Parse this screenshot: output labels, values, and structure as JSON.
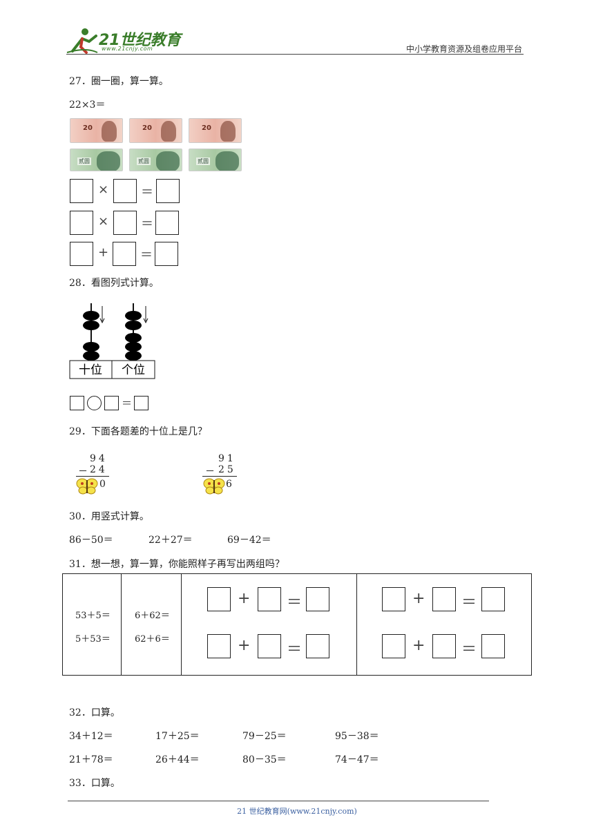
{
  "header": {
    "logo_text": "21世纪教育",
    "logo_url": "www.21cnjy.com",
    "platform": "中小学教育资源及组卷应用平台"
  },
  "q27": {
    "title": "27．圈一圈，算一算。",
    "expr": "22×3＝",
    "red_note_value": "20",
    "green_note_label": "贰圆",
    "rows": [
      {
        "op": "×",
        "eq": "＝"
      },
      {
        "op": "×",
        "eq": "＝"
      },
      {
        "op": "+",
        "eq": "＝"
      }
    ]
  },
  "q28": {
    "title": "28．看图列式计算。",
    "tens_label": "十位",
    "ones_label": "个位",
    "tens_beads": 4,
    "ones_beads": 5,
    "eq": "＝"
  },
  "q29": {
    "title": "29．下面各题差的十位上是几？",
    "problems": [
      {
        "top": "94",
        "bottom": "24",
        "sign": "－",
        "ones_result": "0"
      },
      {
        "top": "91",
        "bottom": "25",
        "sign": "－",
        "ones_result": "6"
      }
    ]
  },
  "q30": {
    "title": "30．用竖式计算。",
    "items": [
      "86－50＝",
      "22＋27＝",
      "69－42＝"
    ]
  },
  "q31": {
    "title": "31．想一想，算一算，你能照样子再写出两组吗？",
    "example1": [
      "53＋5＝",
      "5＋53＝"
    ],
    "example2": [
      "6＋62＝",
      "62＋6＝"
    ],
    "plus": "+",
    "eq": "＝"
  },
  "q32": {
    "title": "32．口算。",
    "row1": [
      "34＋12＝",
      "17＋25＝",
      "79－25＝",
      "95－38＝"
    ],
    "row2": [
      "21＋78＝",
      "26＋44＝",
      "80－35＝",
      "74－47＝"
    ]
  },
  "q33": {
    "title": "33．口算。"
  },
  "footer": {
    "text": "21 世纪教育网(www.21cnjy.com)"
  }
}
